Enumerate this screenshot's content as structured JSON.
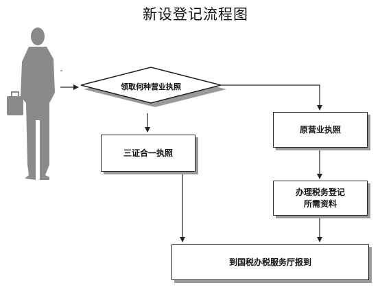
{
  "title": "新设登记流程图",
  "nodes": {
    "decision": "领取何种营业执照",
    "three_in_one": "三证合一执照",
    "original": "原营业执照",
    "tax_docs_line1": "办理税务登记",
    "tax_docs_line2": "所需资料",
    "report": "到国税办税服务厅报到"
  },
  "colors": {
    "line": "#222222",
    "shadow": "#9a9a9a",
    "person": "#8a8a8a"
  },
  "icons": [
    "businessman-silhouette-icon"
  ]
}
